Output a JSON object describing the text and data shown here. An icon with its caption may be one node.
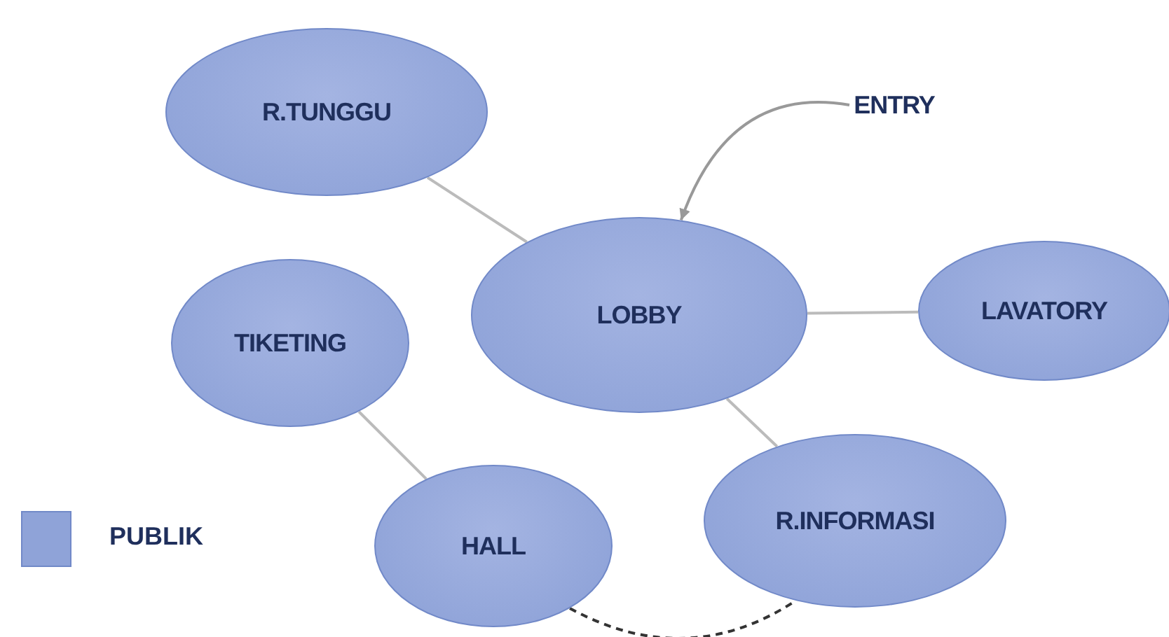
{
  "diagram": {
    "nodes": [
      {
        "text": [
          "R.TUNGGU"
        ]
      },
      {
        "text": [
          "ENTRY"
        ]
      },
      {
        "text": [
          "LOBBY"
        ]
      },
      {
        "text": [
          "TIKETING"
        ]
      },
      {
        "text": [
          "LAVATORY"
        ]
      },
      {
        "text": [
          "HALL"
        ]
      },
      {
        "text": [
          "R.INFORMASI"
        ]
      }
    ],
    "edges": [
      {
        "from": 0,
        "to": 2,
        "arrow": "none"
      },
      {
        "from": 1,
        "to": 2,
        "arrow": "to",
        "color": "#999999"
      },
      {
        "from": 2,
        "to": 4,
        "arrow": "none"
      },
      {
        "from": 2,
        "to": 6,
        "arrow": "none"
      },
      {
        "from": 3,
        "to": 5,
        "arrow": "none"
      },
      {
        "from": 5,
        "to": 6,
        "arrow": "none",
        "style": "dashed",
        "color": "#333333"
      }
    ],
    "legend": [
      {
        "text": "PUBLIK",
        "color": "#8fa3d8"
      }
    ]
  }
}
